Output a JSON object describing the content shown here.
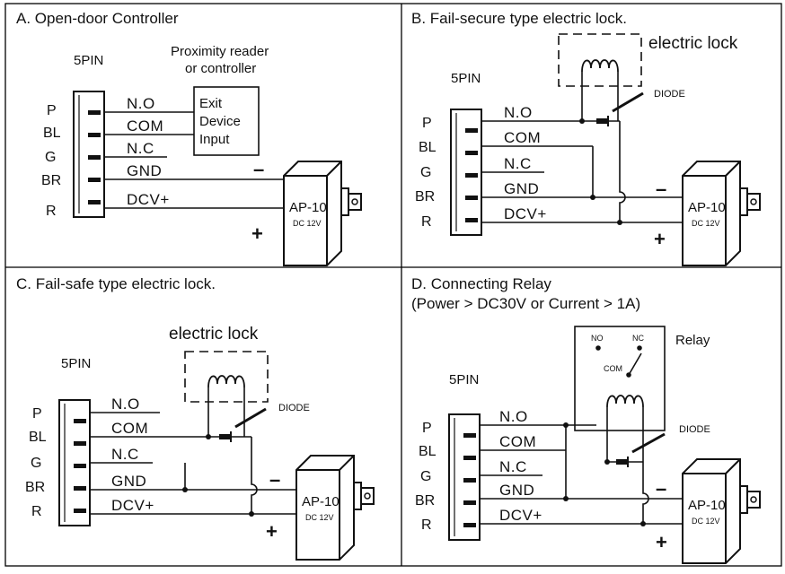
{
  "colors": {
    "line": "#111111",
    "panel_border": "#000000",
    "background": "#ffffff"
  },
  "pin_labels": [
    "P",
    "BL",
    "G",
    "BR",
    "R"
  ],
  "wire_labels": [
    "N.O",
    "COM",
    "N.C",
    "GND",
    "DCV+"
  ],
  "connector_label": "5PIN",
  "adapter": {
    "model": "AP-10",
    "voltage": "DC 12V"
  },
  "minus_sign": "–",
  "plus_sign": "+",
  "panels": {
    "a": {
      "title": "A. Open-door Controller",
      "reader_label_line1": "Proximity  reader",
      "reader_label_line2": "or controller",
      "exit_box": [
        "Exit",
        "Device",
        "Input"
      ]
    },
    "b": {
      "title": "B. Fail-secure type electric lock.",
      "lock_label": "electric lock",
      "diode_label": "DIODE"
    },
    "c": {
      "title": "C. Fail-safe type electric lock.",
      "lock_label": "electric lock",
      "diode_label": "DIODE"
    },
    "d": {
      "title_line1": "D. Connecting Relay",
      "title_line2": "(Power > DC30V or Current > 1A)",
      "relay_label": "Relay",
      "relay_no": "NO",
      "relay_nc": "NC",
      "relay_com": "COM",
      "diode_label": "DIODE"
    }
  }
}
